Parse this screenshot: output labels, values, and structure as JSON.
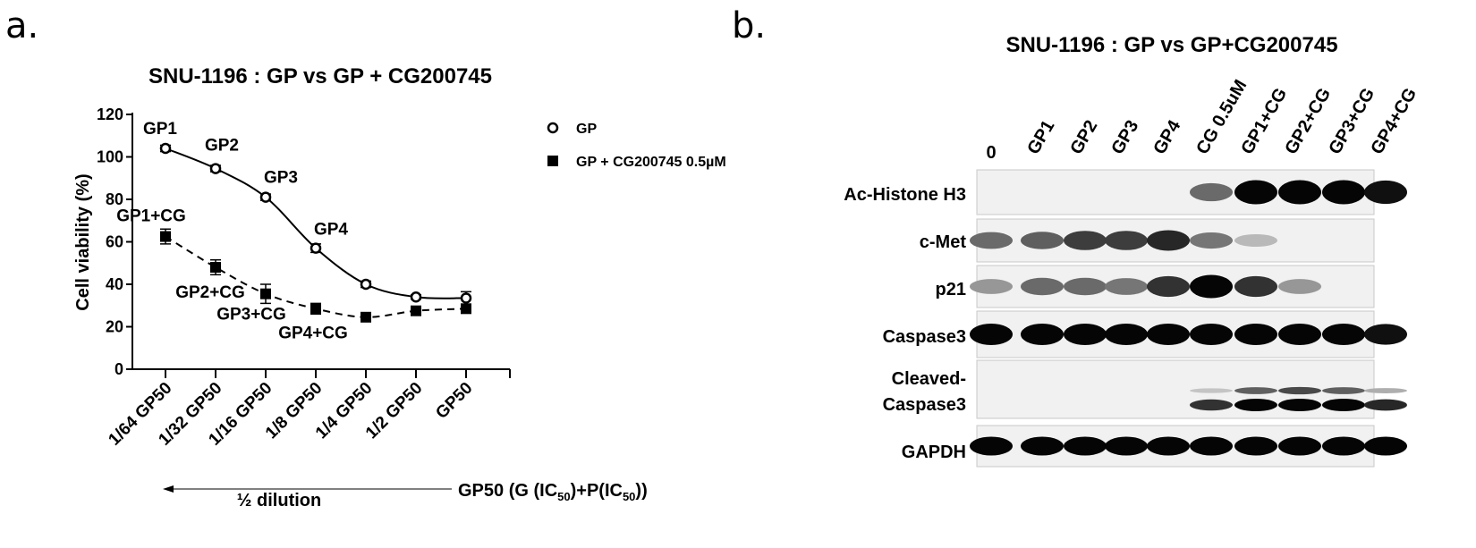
{
  "panel_a": {
    "letter": "a.",
    "footer": {
      "arrow_label": "½ dilution",
      "gp50_prefix": "GP50 (G (IC",
      "sub1": "50",
      "mid": ")+P(IC",
      "sub2": "50",
      "suffix": "))"
    }
  },
  "panel_b": {
    "letter": "b.",
    "title": "SNU-1196 : GP vs GP+CG200745",
    "lanes": [
      "0",
      "GP1",
      "GP2",
      "GP3",
      "GP4",
      "CG 0.5uM",
      "GP1+CG",
      "GP2+CG",
      "GP3+CG",
      "GP4+CG"
    ],
    "rows": [
      {
        "label": "Ac-Histone H3",
        "intensity": [
          0,
          0,
          0,
          0,
          0,
          0.55,
          1,
          1,
          1,
          0.95
        ]
      },
      {
        "label": "c-Met",
        "intensity": [
          0.55,
          0.6,
          0.75,
          0.75,
          0.85,
          0.5,
          0.2,
          0,
          0,
          0
        ]
      },
      {
        "label": "p21",
        "intensity": [
          0.35,
          0.55,
          0.55,
          0.5,
          0.8,
          1,
          0.8,
          0.35,
          0,
          0
        ]
      },
      {
        "label": "Caspase3",
        "intensity": [
          1,
          1,
          1,
          1,
          1,
          1,
          1,
          1,
          1,
          0.95
        ]
      },
      {
        "label": "Cleaved-",
        "label2": "Caspase3",
        "intensity_upper": [
          0,
          0,
          0,
          0,
          0,
          0.15,
          0.6,
          0.7,
          0.6,
          0.25
        ],
        "intensity_lower": [
          0,
          0,
          0,
          0,
          0,
          0.8,
          1,
          1,
          1,
          0.85
        ]
      },
      {
        "label": "GAPDH",
        "intensity": [
          1,
          1,
          1,
          1,
          1,
          1,
          1,
          1,
          1,
          1
        ]
      }
    ]
  },
  "chart_data": {
    "type": "line",
    "title": "SNU-1196 : GP vs GP + CG200745",
    "xlabel": "",
    "ylabel": "Cell viability (%)",
    "categories": [
      "1/64 GP50",
      "1/32 GP50",
      "1/16 GP50",
      "1/8 GP50",
      "1/4 GP50",
      "1/2 GP50",
      "GP50"
    ],
    "ylim": [
      0,
      120
    ],
    "yticks": [
      0,
      20,
      40,
      60,
      80,
      100,
      120
    ],
    "legend_position": "right",
    "series": [
      {
        "name": "GP",
        "marker": "open-circle",
        "line": "solid",
        "values": [
          104,
          94.5,
          81,
          57,
          40,
          34,
          33.5
        ],
        "errors": [
          1.5,
          1.5,
          1.5,
          2,
          1.5,
          1,
          3
        ]
      },
      {
        "name": "GP + CG200745 0.5µM",
        "marker": "filled-square",
        "line": "dashed",
        "values": [
          62.5,
          48,
          35.5,
          28.5,
          24.5,
          27.5,
          28.5
        ],
        "errors": [
          3.5,
          3.5,
          4.5,
          2.5,
          1,
          1.5,
          1.5
        ]
      }
    ],
    "annotations": [
      {
        "text": "GP1",
        "series": 0,
        "index": 0
      },
      {
        "text": "GP2",
        "series": 0,
        "index": 1
      },
      {
        "text": "GP3",
        "series": 0,
        "index": 2
      },
      {
        "text": "GP4",
        "series": 0,
        "index": 3
      },
      {
        "text": "GP1+CG",
        "series": 1,
        "index": 0
      },
      {
        "text": "GP2+CG",
        "series": 1,
        "index": 1
      },
      {
        "text": "GP3+CG",
        "series": 1,
        "index": 2
      },
      {
        "text": "GP4+CG",
        "series": 1,
        "index": 3
      }
    ]
  }
}
